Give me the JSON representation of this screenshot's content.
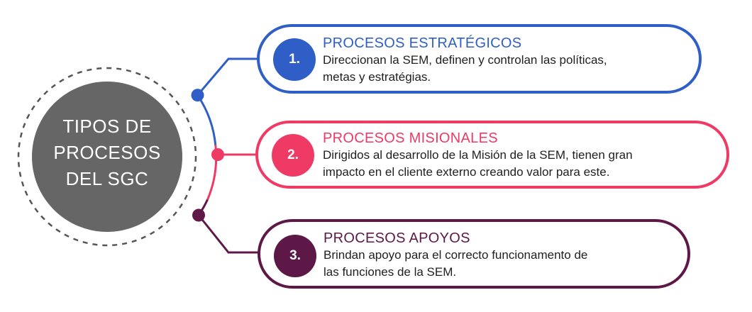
{
  "hub": {
    "lines": [
      "TIPOS DE",
      "PROCESOS",
      "DEL SGC"
    ]
  },
  "colors": {
    "hub_fill": "#666666",
    "hub_ring": "#555555",
    "strategic": "#2f5fc6",
    "missional": "#ee3a65",
    "support": "#5e1848"
  },
  "processes": [
    {
      "badge": "1.",
      "title": "PROCESOS ESTRATÉGICOS",
      "description": [
        "Direccionan la SEM, definen y controlan las políticas,",
        "metas y estratégias."
      ]
    },
    {
      "badge": "2.",
      "title": "PROCESOS MISIONALES",
      "description": [
        "Dirigidos al desarrollo de la Misión de la SEM, tienen gran",
        "impacto en el cliente externo creando valor para este."
      ]
    },
    {
      "badge": "3.",
      "title": "PROCESOS APOYOS",
      "description": [
        "Brindan apoyo para el correcto funcionamento de",
        "las funciones de la SEM."
      ]
    }
  ]
}
